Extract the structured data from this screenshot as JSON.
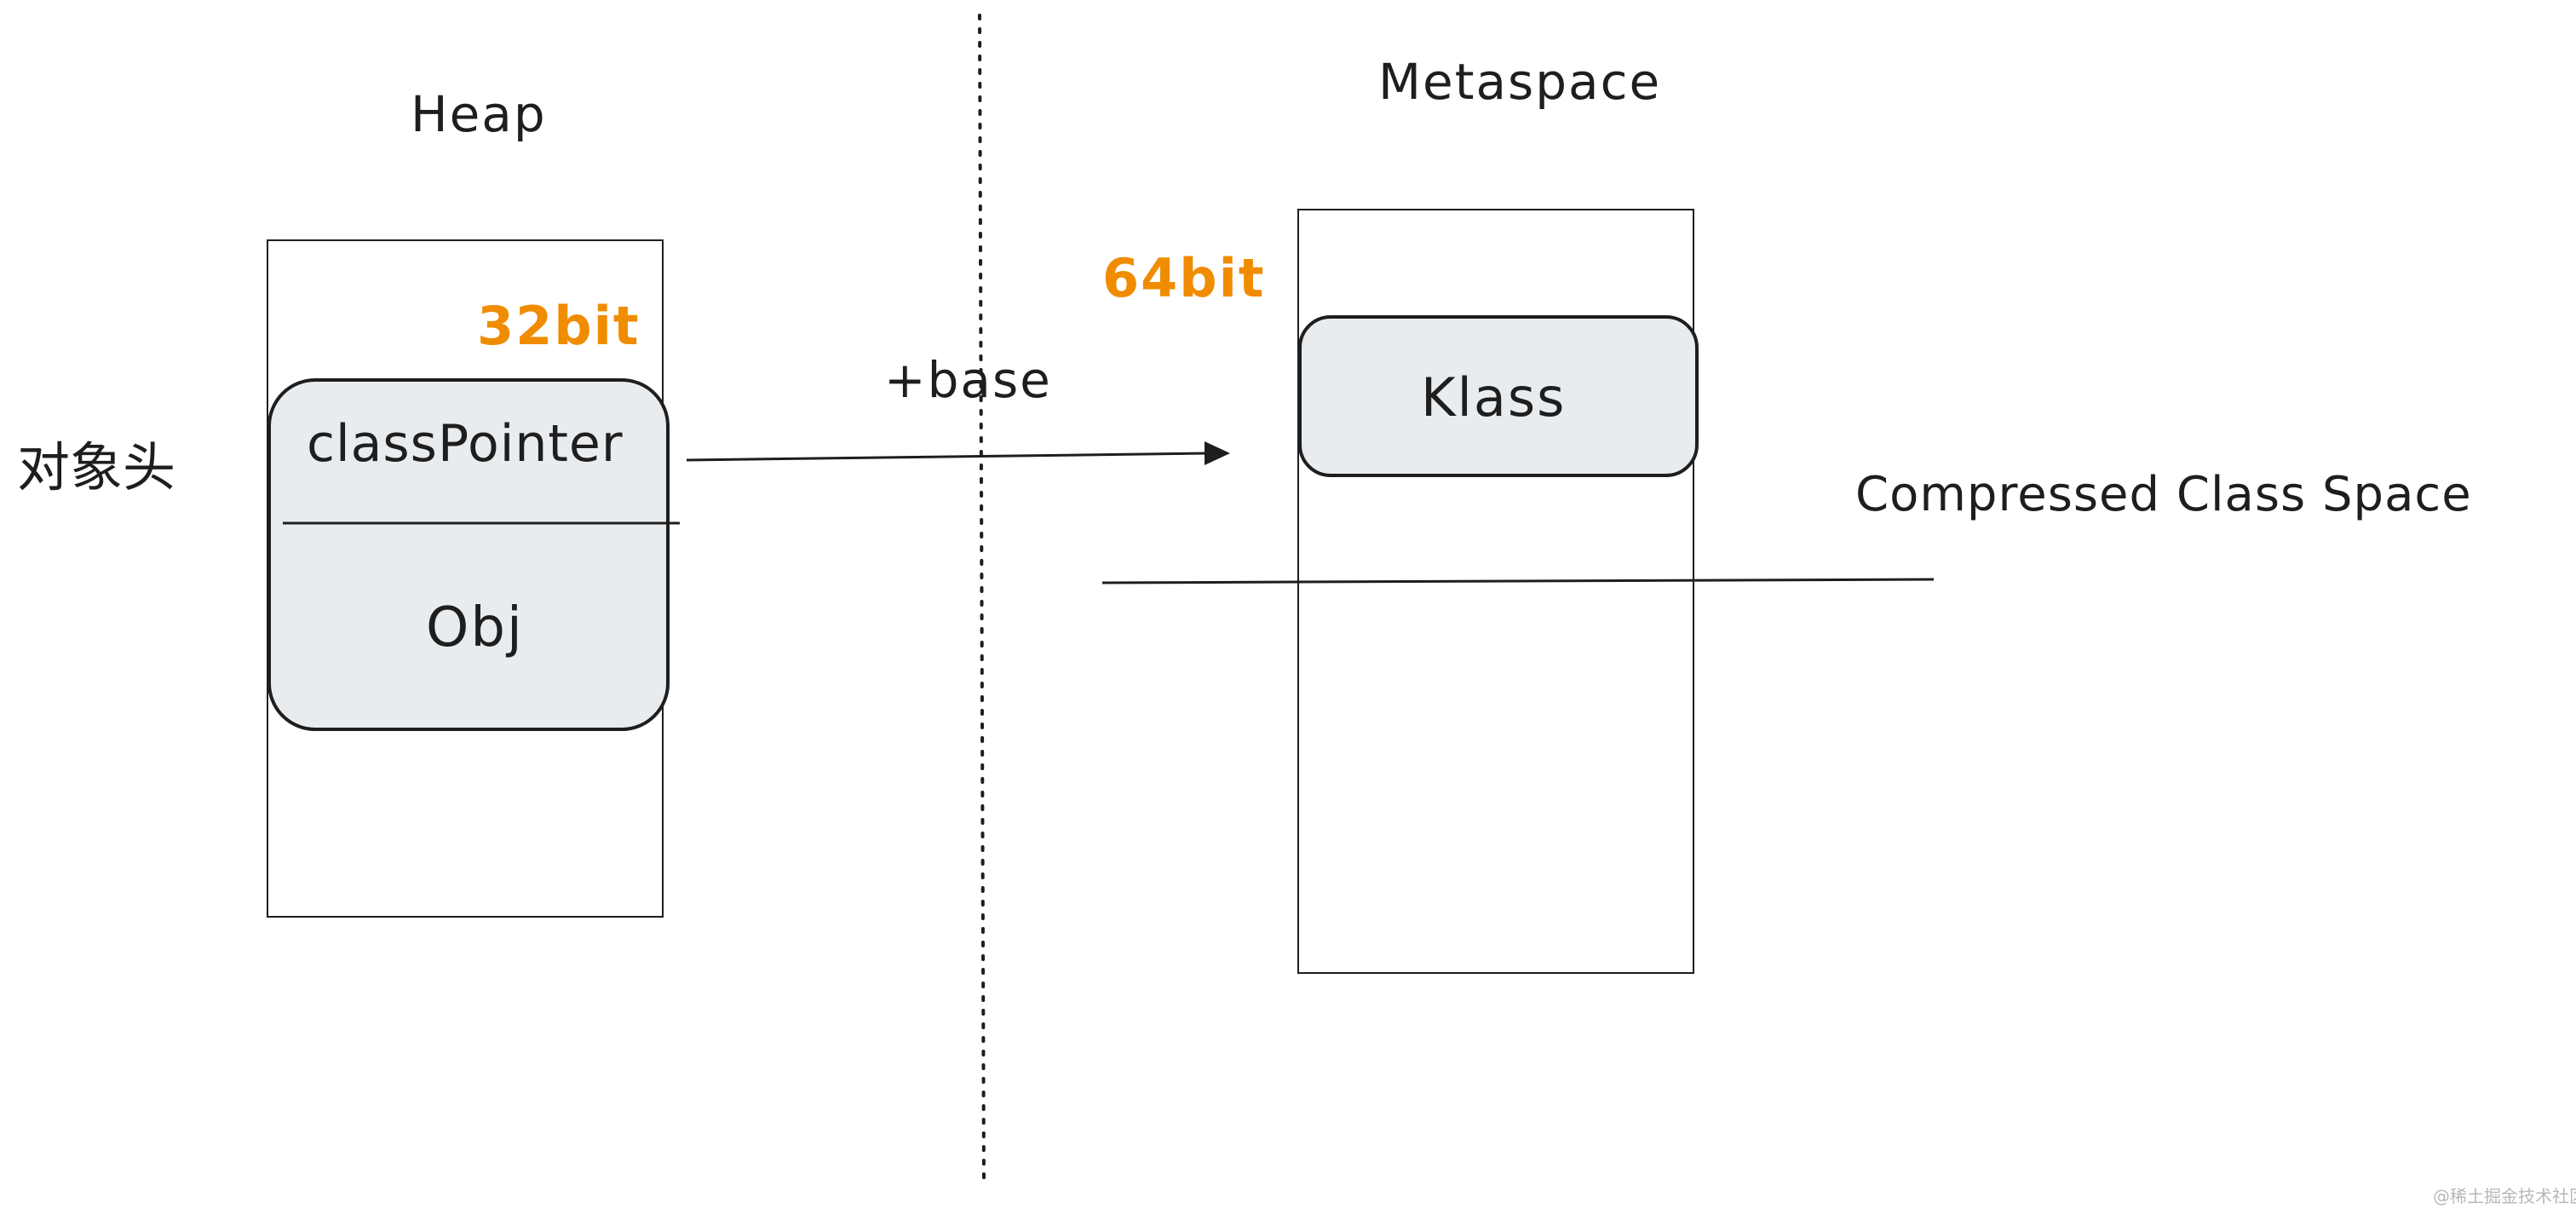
{
  "heap": {
    "title": "Heap",
    "bit_label": "32bit",
    "header_label": "对象头",
    "class_pointer_label": "classPointer",
    "obj_label": "Obj"
  },
  "arrow": {
    "label": "+base"
  },
  "metaspace": {
    "title": "Metaspace",
    "bit_label": "64bit",
    "klass_label": "Klass",
    "compressed_label": "Compressed Class Space"
  },
  "watermark": "@稀土掘金技术社区",
  "colors": {
    "stroke": "#1e1e1e",
    "box_fill": "#e9ecef",
    "accent": "#f08c00",
    "watermark": "#b8b8b8"
  }
}
